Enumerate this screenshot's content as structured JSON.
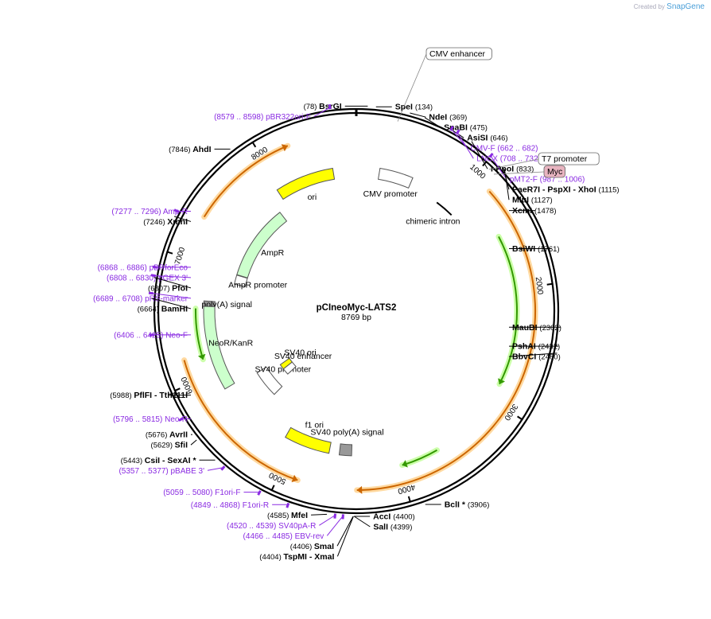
{
  "credit": {
    "prefix": "Created by",
    "brand": "SnapGene"
  },
  "title": "pCIneoMyc-LATS2",
  "size": "8769 bp",
  "total_bp": 8769,
  "ticks": [
    {
      "bp": 1000,
      "label": "1000"
    },
    {
      "bp": 2000,
      "label": "2000"
    },
    {
      "bp": 3000,
      "label": "3000"
    },
    {
      "bp": 4000,
      "label": "4000"
    },
    {
      "bp": 5000,
      "label": "5000"
    },
    {
      "bp": 6000,
      "label": "6000"
    },
    {
      "bp": 7000,
      "label": "7000"
    },
    {
      "bp": 8000,
      "label": "8000"
    }
  ],
  "enzymes": [
    {
      "name": "BsrGI",
      "pos": "(78)",
      "bp": 78,
      "side": "L"
    },
    {
      "name": "SpeI",
      "pos": "(134)",
      "bp": 134,
      "side": "R"
    },
    {
      "name": "NdeI",
      "pos": "(369)",
      "bp": 369,
      "side": "R"
    },
    {
      "name": "SnaBI",
      "pos": "(475)",
      "bp": 475,
      "side": "R"
    },
    {
      "name": "AsiSI",
      "pos": "(646)",
      "bp": 646,
      "side": "R"
    },
    {
      "name": "I-PpoI",
      "pos": "(833)",
      "bp": 833,
      "side": "R"
    },
    {
      "name": "PaeR7I  - PspXI  - XhoI",
      "pos": "(1115)",
      "bp": 1115,
      "side": "R"
    },
    {
      "name": "MluI",
      "pos": "(1127)",
      "bp": 1127,
      "side": "R"
    },
    {
      "name": "XcmI",
      "pos": "(1478)",
      "bp": 1478,
      "side": "R"
    },
    {
      "name": "BsiWI",
      "pos": "(1761)",
      "bp": 1761,
      "side": "R"
    },
    {
      "name": "MauBI",
      "pos": "(2302)",
      "bp": 2302,
      "side": "R"
    },
    {
      "name": "PshAI",
      "pos": "(2432)",
      "bp": 2432,
      "side": "R"
    },
    {
      "name": "BbvCI",
      "pos": "(2480)",
      "bp": 2480,
      "side": "R"
    },
    {
      "name": "BclI *",
      "pos": "(3906)",
      "bp": 3906,
      "side": "R"
    },
    {
      "name": "SalI",
      "pos": "(4399)",
      "bp": 4399,
      "side": "R"
    },
    {
      "name": "AccI",
      "pos": "(4400)",
      "bp": 4400,
      "side": "R"
    },
    {
      "name": "SmaI",
      "pos": "(4406)",
      "bp": 4406,
      "side": "L"
    },
    {
      "name": "TspMI  - XmaI",
      "pos": "(4404)",
      "bp": 4404,
      "side": "L"
    },
    {
      "name": "MfeI",
      "pos": "(4585)",
      "bp": 4585,
      "side": "L"
    },
    {
      "name": "CsiI  - SexAI *",
      "pos": "(5443)",
      "bp": 5443,
      "side": "L"
    },
    {
      "name": "SfiI",
      "pos": "(5629)",
      "bp": 5629,
      "side": "L"
    },
    {
      "name": "AvrII",
      "pos": "(5676)",
      "bp": 5676,
      "side": "L"
    },
    {
      "name": "PflFI  - Tth111I",
      "pos": "(5988)",
      "bp": 5988,
      "side": "L"
    },
    {
      "name": "BamHI",
      "pos": "(6664)",
      "bp": 6664,
      "side": "L"
    },
    {
      "name": "PfoI",
      "pos": "(6807)",
      "bp": 6807,
      "side": "L"
    },
    {
      "name": "XmnI",
      "pos": "(7246)",
      "bp": 7246,
      "side": "L"
    },
    {
      "name": "AhdI",
      "pos": "(7846)",
      "bp": 7846,
      "side": "L"
    }
  ],
  "primers": [
    {
      "name": "pBR322ori-F",
      "pos": "(8579 .. 8598)",
      "bp": 8589,
      "side": "L"
    },
    {
      "name": "CMV-F",
      "pos": "(662 .. 682)",
      "bp": 672,
      "side": "R"
    },
    {
      "name": "LNCX",
      "pos": "(708 .. 732)",
      "bp": 720,
      "side": "R"
    },
    {
      "name": "pMT2-F",
      "pos": "(987 .. 1006)",
      "bp": 996,
      "side": "R"
    },
    {
      "name": "Amp-R",
      "pos": "(7277 .. 7296)",
      "bp": 7286,
      "side": "L"
    },
    {
      "name": "pBRforEco",
      "pos": "(6868 .. 6886)",
      "bp": 6877,
      "side": "L"
    },
    {
      "name": "pGEX 3'",
      "pos": "(6808 .. 6830)",
      "bp": 6819,
      "side": "L"
    },
    {
      "name": "pRS-marker",
      "pos": "(6689 .. 6708)",
      "bp": 6698,
      "side": "L"
    },
    {
      "name": "Neo-F",
      "pos": "(6406 .. 6425)",
      "bp": 6415,
      "side": "L"
    },
    {
      "name": "Neo-R",
      "pos": "(5796 .. 5815)",
      "bp": 5805,
      "side": "L"
    },
    {
      "name": "pBABE 3'",
      "pos": "(5357 .. 5377)",
      "bp": 5367,
      "side": "L"
    },
    {
      "name": "F1ori-F",
      "pos": "(5059 .. 5080)",
      "bp": 5069,
      "side": "L"
    },
    {
      "name": "F1ori-R",
      "pos": "(4849 .. 4868)",
      "bp": 4858,
      "side": "L"
    },
    {
      "name": "SV40pA-R",
      "pos": "(4520 .. 4539)",
      "bp": 4529,
      "side": "L"
    },
    {
      "name": "EBV-rev",
      "pos": "(4466 .. 4485)",
      "bp": 4475,
      "side": "L"
    }
  ],
  "boxed_features": [
    {
      "name": "CMV enhancer",
      "style": "plain"
    },
    {
      "name": "T7 promoter",
      "style": "plain"
    },
    {
      "name": "Myc",
      "style": "pink"
    }
  ],
  "features": [
    {
      "name": "CMV promoter",
      "type": "arrow",
      "start": 230,
      "end": 560,
      "color": "#ffffff",
      "track": "inner"
    },
    {
      "name": "chimeric intron",
      "type": "line",
      "start": 890,
      "end": 1090,
      "color": "#000000",
      "track": "inner"
    },
    {
      "name": "ori",
      "type": "arrow",
      "start": 7960,
      "end": 8540,
      "color": "#ffff00",
      "track": "inner"
    },
    {
      "name": "AmpR",
      "type": "arrow",
      "start": 6990,
      "end": 7850,
      "color": "#ccffcc",
      "track": "inner"
    },
    {
      "name": "AmpR promoter",
      "type": "arrow",
      "start": 6880,
      "end": 6985,
      "color": "#ffffff",
      "track": "inner"
    },
    {
      "name": "poly(A) signal",
      "type": "box",
      "start": 6620,
      "end": 6670,
      "color": "#999999",
      "track": "inner"
    },
    {
      "name": "NeoR/KanR",
      "type": "arrow",
      "start": 5830,
      "end": 6620,
      "color": "#ccffcc",
      "track": "inner"
    },
    {
      "name": "SV40 promoter",
      "type": "arrow",
      "start": 5470,
      "end": 5800,
      "color": "#ffffff",
      "track": "inner"
    },
    {
      "name": "SV40 ori",
      "type": "box",
      "start": 5640,
      "end": 5720,
      "color": "#ffff00",
      "track": "inner"
    },
    {
      "name": "SV40 enhancer",
      "type": "box",
      "start": 5540,
      "end": 5640,
      "color": "#ffffff",
      "track": "inner"
    },
    {
      "name": "f1 ori",
      "type": "arrow",
      "start": 4650,
      "end": 5100,
      "color": "#ffff00",
      "track": "inner"
    },
    {
      "name": "SV40 poly(A) signal",
      "type": "box",
      "start": 4430,
      "end": 4550,
      "color": "#999999",
      "track": "inner"
    }
  ],
  "orf_arcs": [
    {
      "start": 1170,
      "end": 4380,
      "dir": 1
    },
    {
      "start": 4850,
      "end": 6190,
      "dir": -1
    },
    {
      "start": 7350,
      "end": 8220,
      "dir": 1
    }
  ],
  "green_arcs": [
    {
      "start": 1520,
      "end": 2850,
      "dir": 1
    },
    {
      "start": 3650,
      "end": 3980,
      "dir": 1
    },
    {
      "start": 6150,
      "end": 6600,
      "dir": -1
    }
  ],
  "colors": {
    "enzyme": "#000000",
    "primer": "#8a2be2",
    "orf": "#cc6600",
    "orf_halo": "#ffd9a0",
    "green": "#339900",
    "green_halo": "#ccffaa",
    "backbone": "#000000"
  }
}
